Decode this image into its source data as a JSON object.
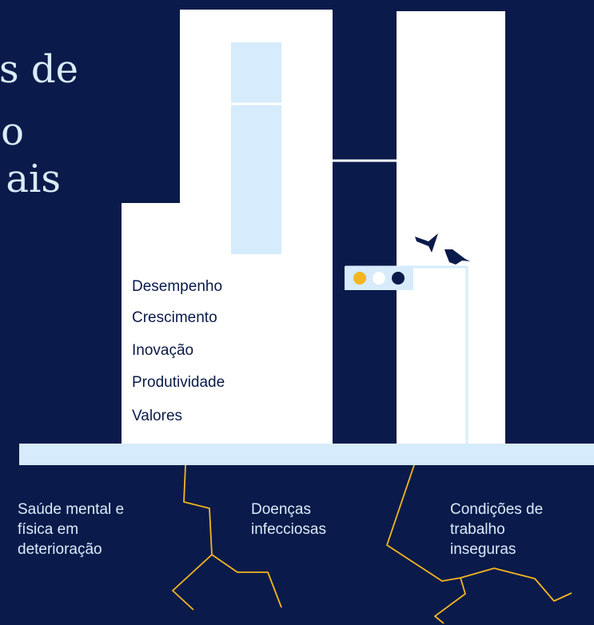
{
  "title": {
    "lines": [
      "s de",
      "o",
      "ais"
    ]
  },
  "values": {
    "items": [
      "Desempenho",
      "Crescimento",
      "Inovação",
      "Produtividade",
      "Valores"
    ]
  },
  "risks": [
    {
      "lines": [
        "Saúde mental e",
        "física em",
        "deterioração"
      ]
    },
    {
      "lines": [
        "Doenças",
        "infecciosas"
      ]
    },
    {
      "lines": [
        "Condições de",
        "trabalho",
        "inseguras"
      ]
    }
  ],
  "colors": {
    "background": "#0a1a4a",
    "building": "#ffffff",
    "light_blue": "#d6ebfb",
    "crack": "#f3b61f",
    "signal_yellow": "#f3b61f",
    "signal_white": "#ffffff",
    "signal_dark": "#0a1a4a"
  }
}
